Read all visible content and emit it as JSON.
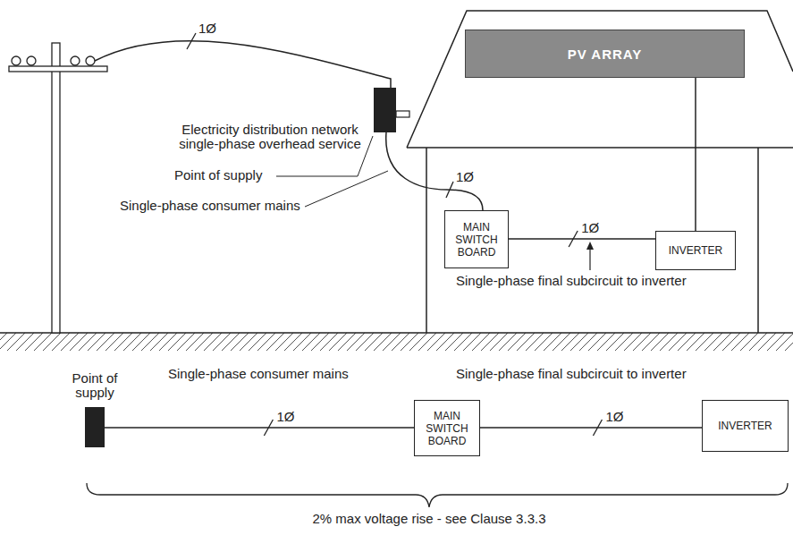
{
  "diagram": {
    "nodes": [
      {
        "text": [
          "PV ARRAY"
        ]
      },
      {
        "text": [
          "MAIN SWITCH BOARD"
        ]
      },
      {
        "text": [
          "INVERTER"
        ]
      },
      {
        "text": [
          "Point of supply"
        ]
      },
      {
        "text": [
          "MAIN SWITCH BOARD"
        ]
      },
      {
        "text": [
          "INVERTER"
        ]
      }
    ],
    "edges": [
      {
        "from": 0,
        "to": 2,
        "arrow": "none"
      },
      {
        "from": 1,
        "to": 2,
        "label": "1Ø",
        "arrow": "none"
      },
      {
        "from": 3,
        "to": 4,
        "label": "1Ø",
        "arrow": "none"
      },
      {
        "from": 4,
        "to": 5,
        "label": "1Ø",
        "arrow": "none"
      }
    ],
    "labels": [
      "1Ø",
      "Electricity distribution network single-phase overhead service",
      "Point of supply",
      "Single-phase consumer mains",
      "1Ø",
      "Single-phase final subcircuit to inverter",
      "Single-phase consumer mains",
      "Single-phase final subcircuit to inverter",
      "2% max voltage rise - see Clause 3.3.3"
    ]
  }
}
